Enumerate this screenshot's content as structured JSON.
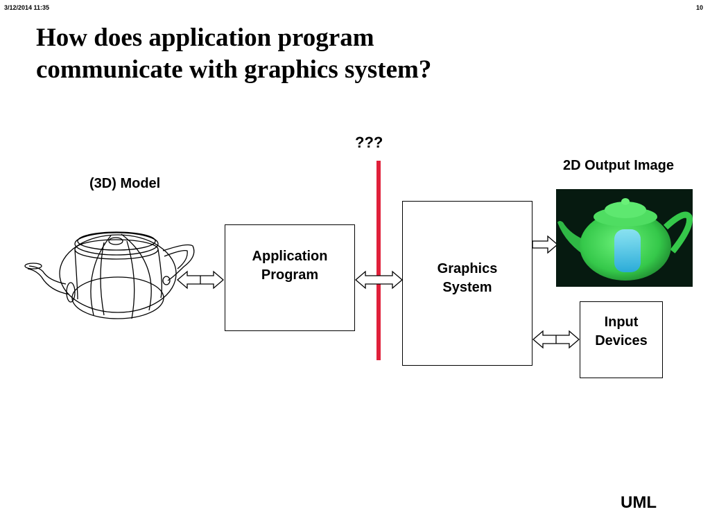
{
  "header": {
    "date": "3/12/2014  11:35",
    "page": "10"
  },
  "title_line1": "How does application program",
  "title_line2": "communicate with graphics system?",
  "labels": {
    "model": "(3D) Model",
    "unknown": "???",
    "output": "2D Output Image",
    "footer": "UML"
  },
  "boxes": {
    "application": "Application\nProgram",
    "graphics": "Graphics\nSystem",
    "input": "Input\nDevices"
  },
  "colors": {
    "divider": "#e0203a",
    "image_bg": "#061a10",
    "teapot_green": "#3fdc55",
    "highlight_blue": "#4fc8ff"
  }
}
